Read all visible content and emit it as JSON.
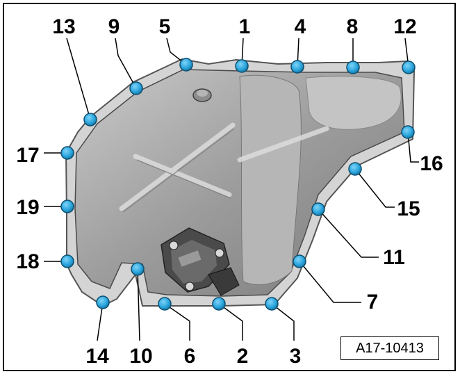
{
  "figure_id": "A17-10413",
  "colors": {
    "bolt": "#2ba6de",
    "flange": "#cfcfcf",
    "pan_body": "#a6a6a6",
    "sensor": "#4a4a4a",
    "leader": "#000000"
  },
  "bolts": [
    {
      "number": "1"
    },
    {
      "number": "2"
    },
    {
      "number": "3"
    },
    {
      "number": "4"
    },
    {
      "number": "5"
    },
    {
      "number": "6"
    },
    {
      "number": "7"
    },
    {
      "number": "8"
    },
    {
      "number": "9"
    },
    {
      "number": "10"
    },
    {
      "number": "11"
    },
    {
      "number": "12"
    },
    {
      "number": "13"
    },
    {
      "number": "14"
    },
    {
      "number": "15"
    },
    {
      "number": "16"
    },
    {
      "number": "17"
    },
    {
      "number": "18"
    },
    {
      "number": "19"
    }
  ],
  "bolt_icon": "bolt-head-icon",
  "sensor_icon": "oil-level-sensor-icon"
}
